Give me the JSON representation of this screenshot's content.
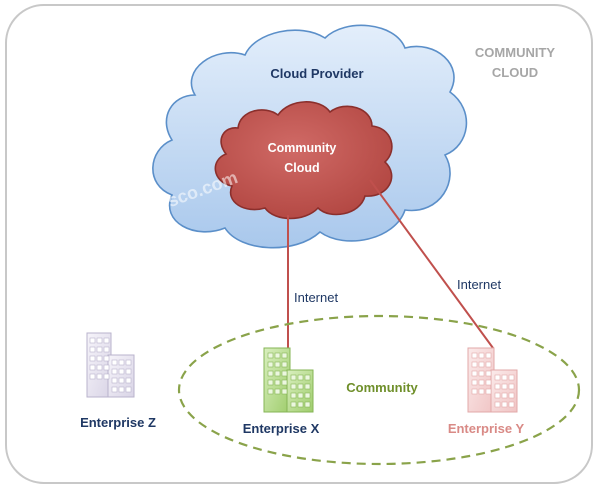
{
  "frame_label": [
    "COMMUNITY",
    "CLOUD"
  ],
  "cloud_provider": {
    "label": "Cloud Provider"
  },
  "community_cloud": {
    "label": [
      "Community",
      "Cloud"
    ]
  },
  "watermark": "ipcisco.com",
  "links": {
    "x_label": "Internet",
    "y_label": "Internet"
  },
  "community": {
    "label": "Community"
  },
  "enterprises": {
    "z": {
      "label": "Enterprise Z"
    },
    "x": {
      "label": "Enterprise X"
    },
    "y": {
      "label": "Enterprise Y"
    }
  },
  "colors": {
    "frame_border": "#c8c8c8",
    "frame_text": "#a6a6a6",
    "provider_fill": "#c5dcf3",
    "provider_stroke": "#5b8fc9",
    "provider_text": "#1f3864",
    "community_cloud_fill": "#c0504d",
    "community_cloud_stroke": "#8b2f2c",
    "community_cloud_text": "#ffffff",
    "link": "#c0504d",
    "link_text": "#1f3864",
    "community_ellipse": "#8aa34a",
    "community_text": "#6f8f2a",
    "enterprise_z_text": "#1f3864",
    "enterprise_x_text": "#1f3864",
    "enterprise_y_text": "#d98a86",
    "building_z": "#e6e2f0",
    "building_x": "#b7dc8c",
    "building_y": "#f5d5d5"
  }
}
